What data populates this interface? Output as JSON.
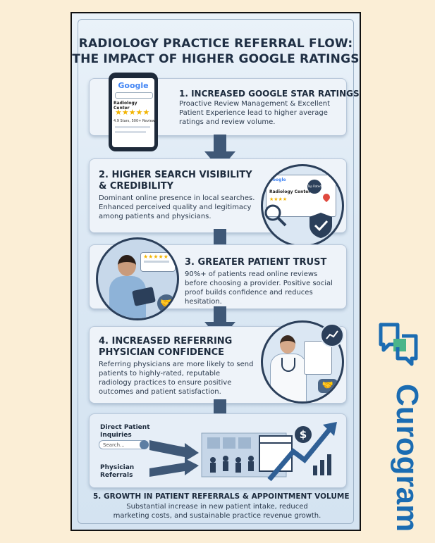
{
  "title": {
    "line1": "RADIOLOGY PRACTICE REFERRAL FLOW:",
    "line2": "THE IMPACT OF HIGHER GOOGLE RATINGS"
  },
  "steps": [
    {
      "heading": "1. INCREASED GOOGLE STAR RATINGS",
      "body": "Proactive Review Management & Excellent Patient Experience lead to higher average ratings and review volume.",
      "phone": {
        "brand": "Google",
        "name": "Radiology Center",
        "stars": "★★★★★",
        "meta": "4.9 Stars, 500+ Reviews"
      }
    },
    {
      "heading_line1": "2. HIGHER SEARCH VISIBILITY",
      "heading_line2": "& CREDIBILITY",
      "body": "Dominant online presence in local searches. Enhanced perceived quality and legitimacy among patients and physicians.",
      "browser": {
        "brand": "Google",
        "name": "Radiology Center",
        "stars": "★★★★",
        "badge": "Top Rated"
      }
    },
    {
      "heading": "3. GREATER PATIENT TRUST",
      "body": "90%+ of patients read online reviews before choosing a provider. Positive social proof builds confidence and reduces hesitation.",
      "review_stars": "★★★★★"
    },
    {
      "heading_line1": "4. INCREASED REFERRING",
      "heading_line2": "PHYSICIAN CONFIDENCE",
      "body": "Referring physicians are more likely to send patients to highly-rated, reputable radiology practices to ensure positive outcomes and patient satisfaction."
    },
    {
      "label_direct_line1": "Direct Patient",
      "label_direct_line2": "Inquiries",
      "search_placeholder": "Search...",
      "label_physician_line1": "Physician",
      "label_physician_line2": "Referrals",
      "heading": "5. GROWTH IN PATIENT REFERRALS & APPOINTMENT VOLUME",
      "body": "Substantial increase in new patient intake, reduced marketing costs, and sustainable practice revenue growth.",
      "dollar": "$"
    }
  ],
  "logo": {
    "text": "Curogram",
    "color": "#1b6cb2",
    "accent": "#4bb58a"
  },
  "colors": {
    "navy": "#2b3f5a",
    "card": "#eef3f9",
    "background": "#fbeed6"
  }
}
